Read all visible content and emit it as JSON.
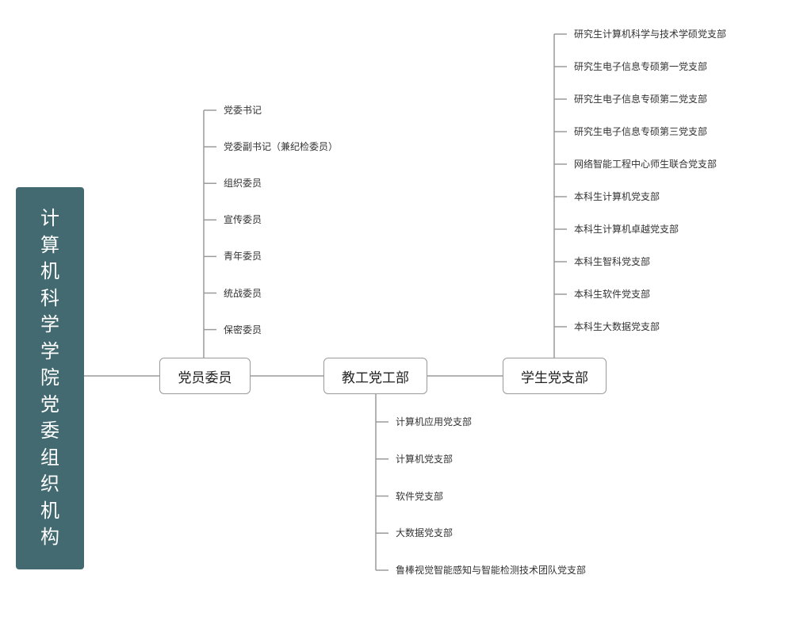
{
  "root": {
    "title_chars": [
      "计",
      "算",
      "机",
      "科",
      "学",
      "学",
      "院",
      "党",
      "委",
      "组",
      "织",
      "机",
      "构"
    ]
  },
  "members_committee": {
    "label": "党员委员",
    "items": [
      "党委书记",
      "党委副书记（兼纪检委员）",
      "组织委员",
      "宣传委员",
      "青年委员",
      "统战委员",
      "保密委员"
    ]
  },
  "staff_branch": {
    "label": "教工党工部",
    "items": [
      "计算机应用党支部",
      "计算机党支部",
      "软件党支部",
      "大数据党支部",
      "鲁棒视觉智能感知与智能检测技术团队党支部"
    ]
  },
  "student_branch": {
    "label": "学生党支部",
    "items": [
      "研究生计算机科学与技术学硕党支部",
      "研究生电子信息专硕第一党支部",
      "研究生电子信息专硕第二党支部",
      "研究生电子信息专硕第三党支部",
      "网络智能工程中心师生联合党支部",
      "本科生计算机党支部",
      "本科生计算机卓越党支部",
      "本科生智科党支部",
      "本科生软件党支部",
      "本科生大数据党支部"
    ]
  }
}
